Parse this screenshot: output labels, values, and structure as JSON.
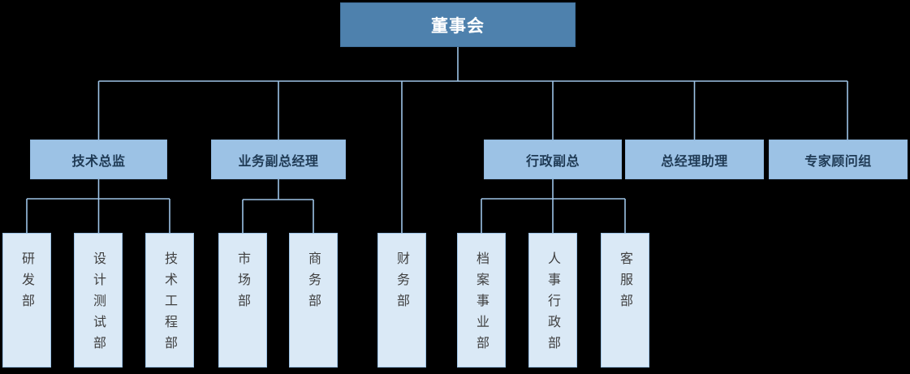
{
  "colors": {
    "bg": "#000000",
    "line": "#9DC3E6",
    "l1-fill": "#4E81AD",
    "l1-border": "#41719C",
    "l1-text": "#FFFFFF",
    "l2-fill": "#9CC2E5",
    "l2-border": "#8FB6DC",
    "l2-text": "#1F3A54",
    "l3-fill": "#DAE9F6",
    "l3-border": "#9DC3E6",
    "l3-text": "#404040"
  },
  "org": {
    "root": {
      "label": "董事会"
    },
    "managers": [
      {
        "label": "技术总监"
      },
      {
        "label": "业务副总经理"
      },
      {
        "label": "行政副总"
      },
      {
        "label": "总经理助理"
      },
      {
        "label": "专家顾问组"
      }
    ],
    "departments": [
      {
        "label": "研发部",
        "parent": "技术总监"
      },
      {
        "label": "设计测试部",
        "parent": "技术总监"
      },
      {
        "label": "技术工程部",
        "parent": "技术总监"
      },
      {
        "label": "市场部",
        "parent": "业务副总经理"
      },
      {
        "label": "商务部",
        "parent": "业务副总经理"
      },
      {
        "label": "财务部",
        "parent": "董事会"
      },
      {
        "label": "档案事业部",
        "parent": "行政副总"
      },
      {
        "label": "人事行政部",
        "parent": "行政副总"
      },
      {
        "label": "客服部",
        "parent": "行政副总"
      }
    ]
  }
}
